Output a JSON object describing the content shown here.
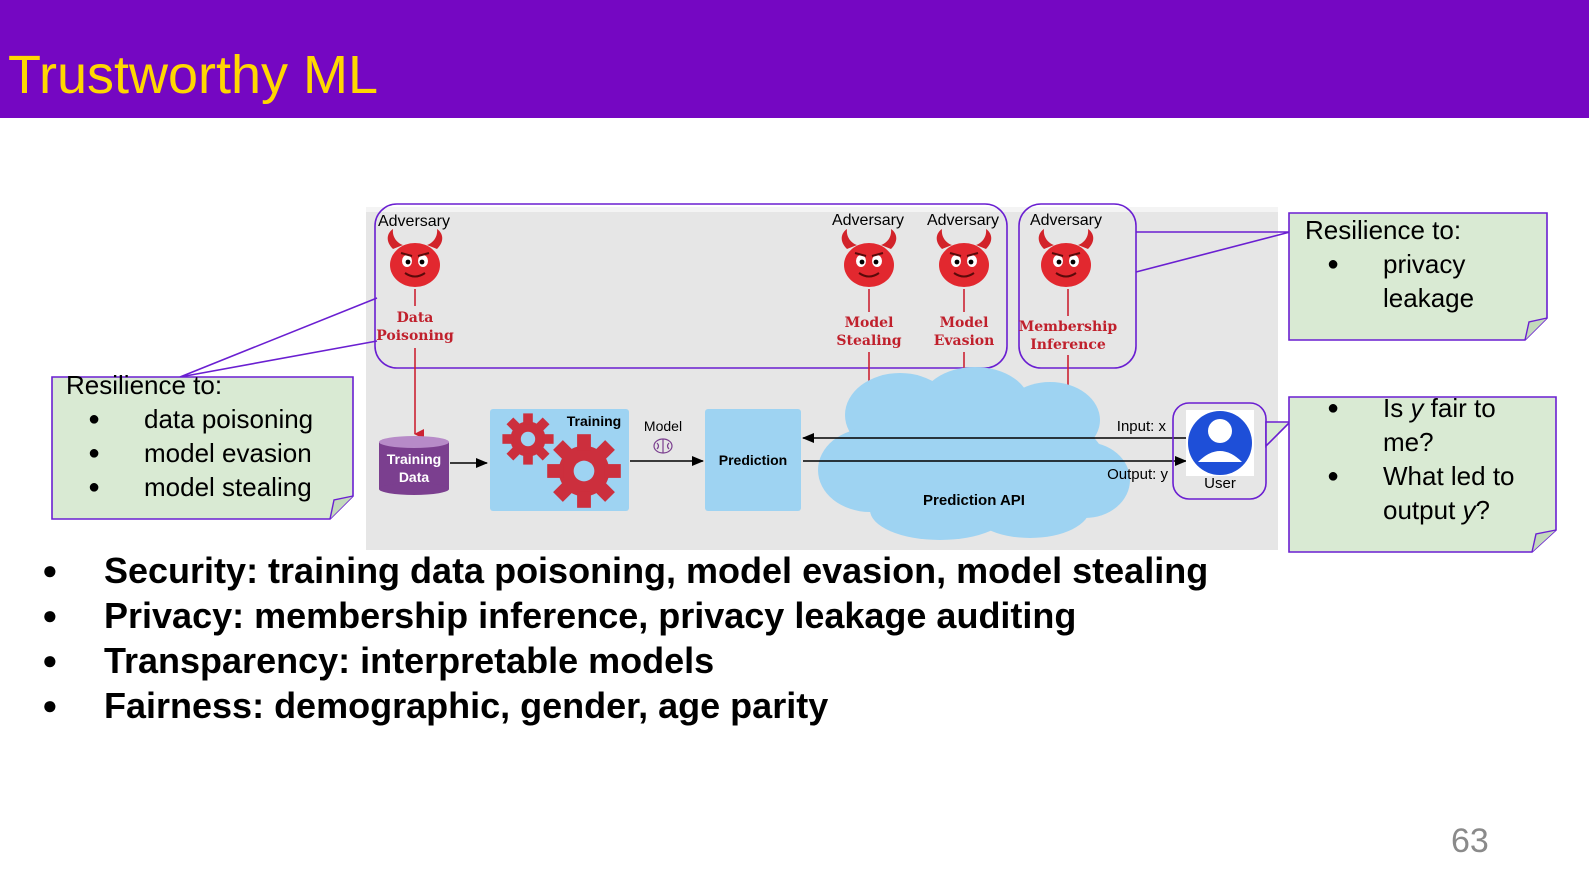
{
  "slide": {
    "title": "Trustworthy ML",
    "page_number": "63",
    "bullets": [
      "Security: training data poisoning, model evasion, model stealing",
      "Privacy: membership inference, privacy leakage auditing",
      "Transparency: interpretable models",
      "Fairness: demographic, gender, age parity"
    ]
  },
  "diagram": {
    "adversaries": [
      {
        "label": "Adversary",
        "attack": [
          "Data",
          "Poisoning"
        ]
      },
      {
        "label": "Adversary",
        "attack": [
          "Model",
          "Stealing"
        ]
      },
      {
        "label": "Adversary",
        "attack": [
          "Model",
          "Evasion"
        ]
      },
      {
        "label": "Adversary",
        "attack": [
          "Membership",
          "Inference"
        ]
      }
    ],
    "training_data": [
      "Training",
      "Data"
    ],
    "training": "Training",
    "model": "Model",
    "prediction": "Prediction",
    "prediction_api": "Prediction API",
    "input": "Input: x",
    "output": "Output: y",
    "user": "User"
  },
  "callouts": {
    "left": {
      "heading": "Resilience to:",
      "items": [
        "data poisoning",
        "model evasion",
        "model  stealing"
      ]
    },
    "right_top": {
      "heading": "Resilience to:",
      "items": [
        "privacy leakage"
      ]
    },
    "right_bottom": {
      "item1": [
        "Is ",
        "y",
        " fair to me?"
      ],
      "item2": [
        "What led to output ",
        "y",
        "?"
      ]
    }
  },
  "colors": {
    "header": "#7507c2",
    "title": "#ffd700",
    "callout_fill": "#d9ead3",
    "callout_border": "#6a1fd1",
    "arrow_red": "#cc2233",
    "gear_red": "#cc2f3d",
    "box_blue": "#9ed3f2",
    "cloud_blue": "#9ed3f2",
    "cylinder_purple": "#7b3f8f",
    "diagram_bg": "#e6e6e6"
  }
}
